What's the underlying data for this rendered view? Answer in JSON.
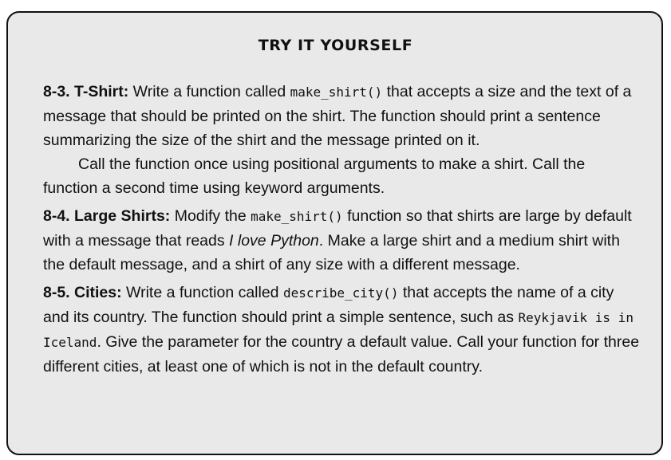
{
  "heading": "TRY IT YOURSELF",
  "exercises": [
    {
      "title": "8-3. T-Shirt:",
      "p1_a": " Write a function called ",
      "p1_code": "make_shirt()",
      "p1_b": " that accepts a size and the text of a message that should be printed on the shirt. The function should print a sentence summarizing the size of the shirt and the message printed on it.",
      "p2": "Call the function once using positional arguments to make a shirt. Call the function a second time using keyword arguments."
    },
    {
      "title": "8-4. Large Shirts:",
      "a": " Modify the ",
      "code": "make_shirt()",
      "b": " function so that shirts are large by default with a message that reads ",
      "em": "I love Python",
      "c": ". Make a large shirt and a medium shirt with the default message, and a shirt of any size with a different message."
    },
    {
      "title": "8-5. Cities:",
      "a": " Write a function called ",
      "code": "describe_city()",
      "b": " that accepts the name of a city and its country. The function should print a simple sentence, such as ",
      "code2": "Reykjavik is in Iceland",
      "c": ". Give the parameter for the country a default value. Call your function for three different cities, at least one of which is not in the default country."
    }
  ]
}
